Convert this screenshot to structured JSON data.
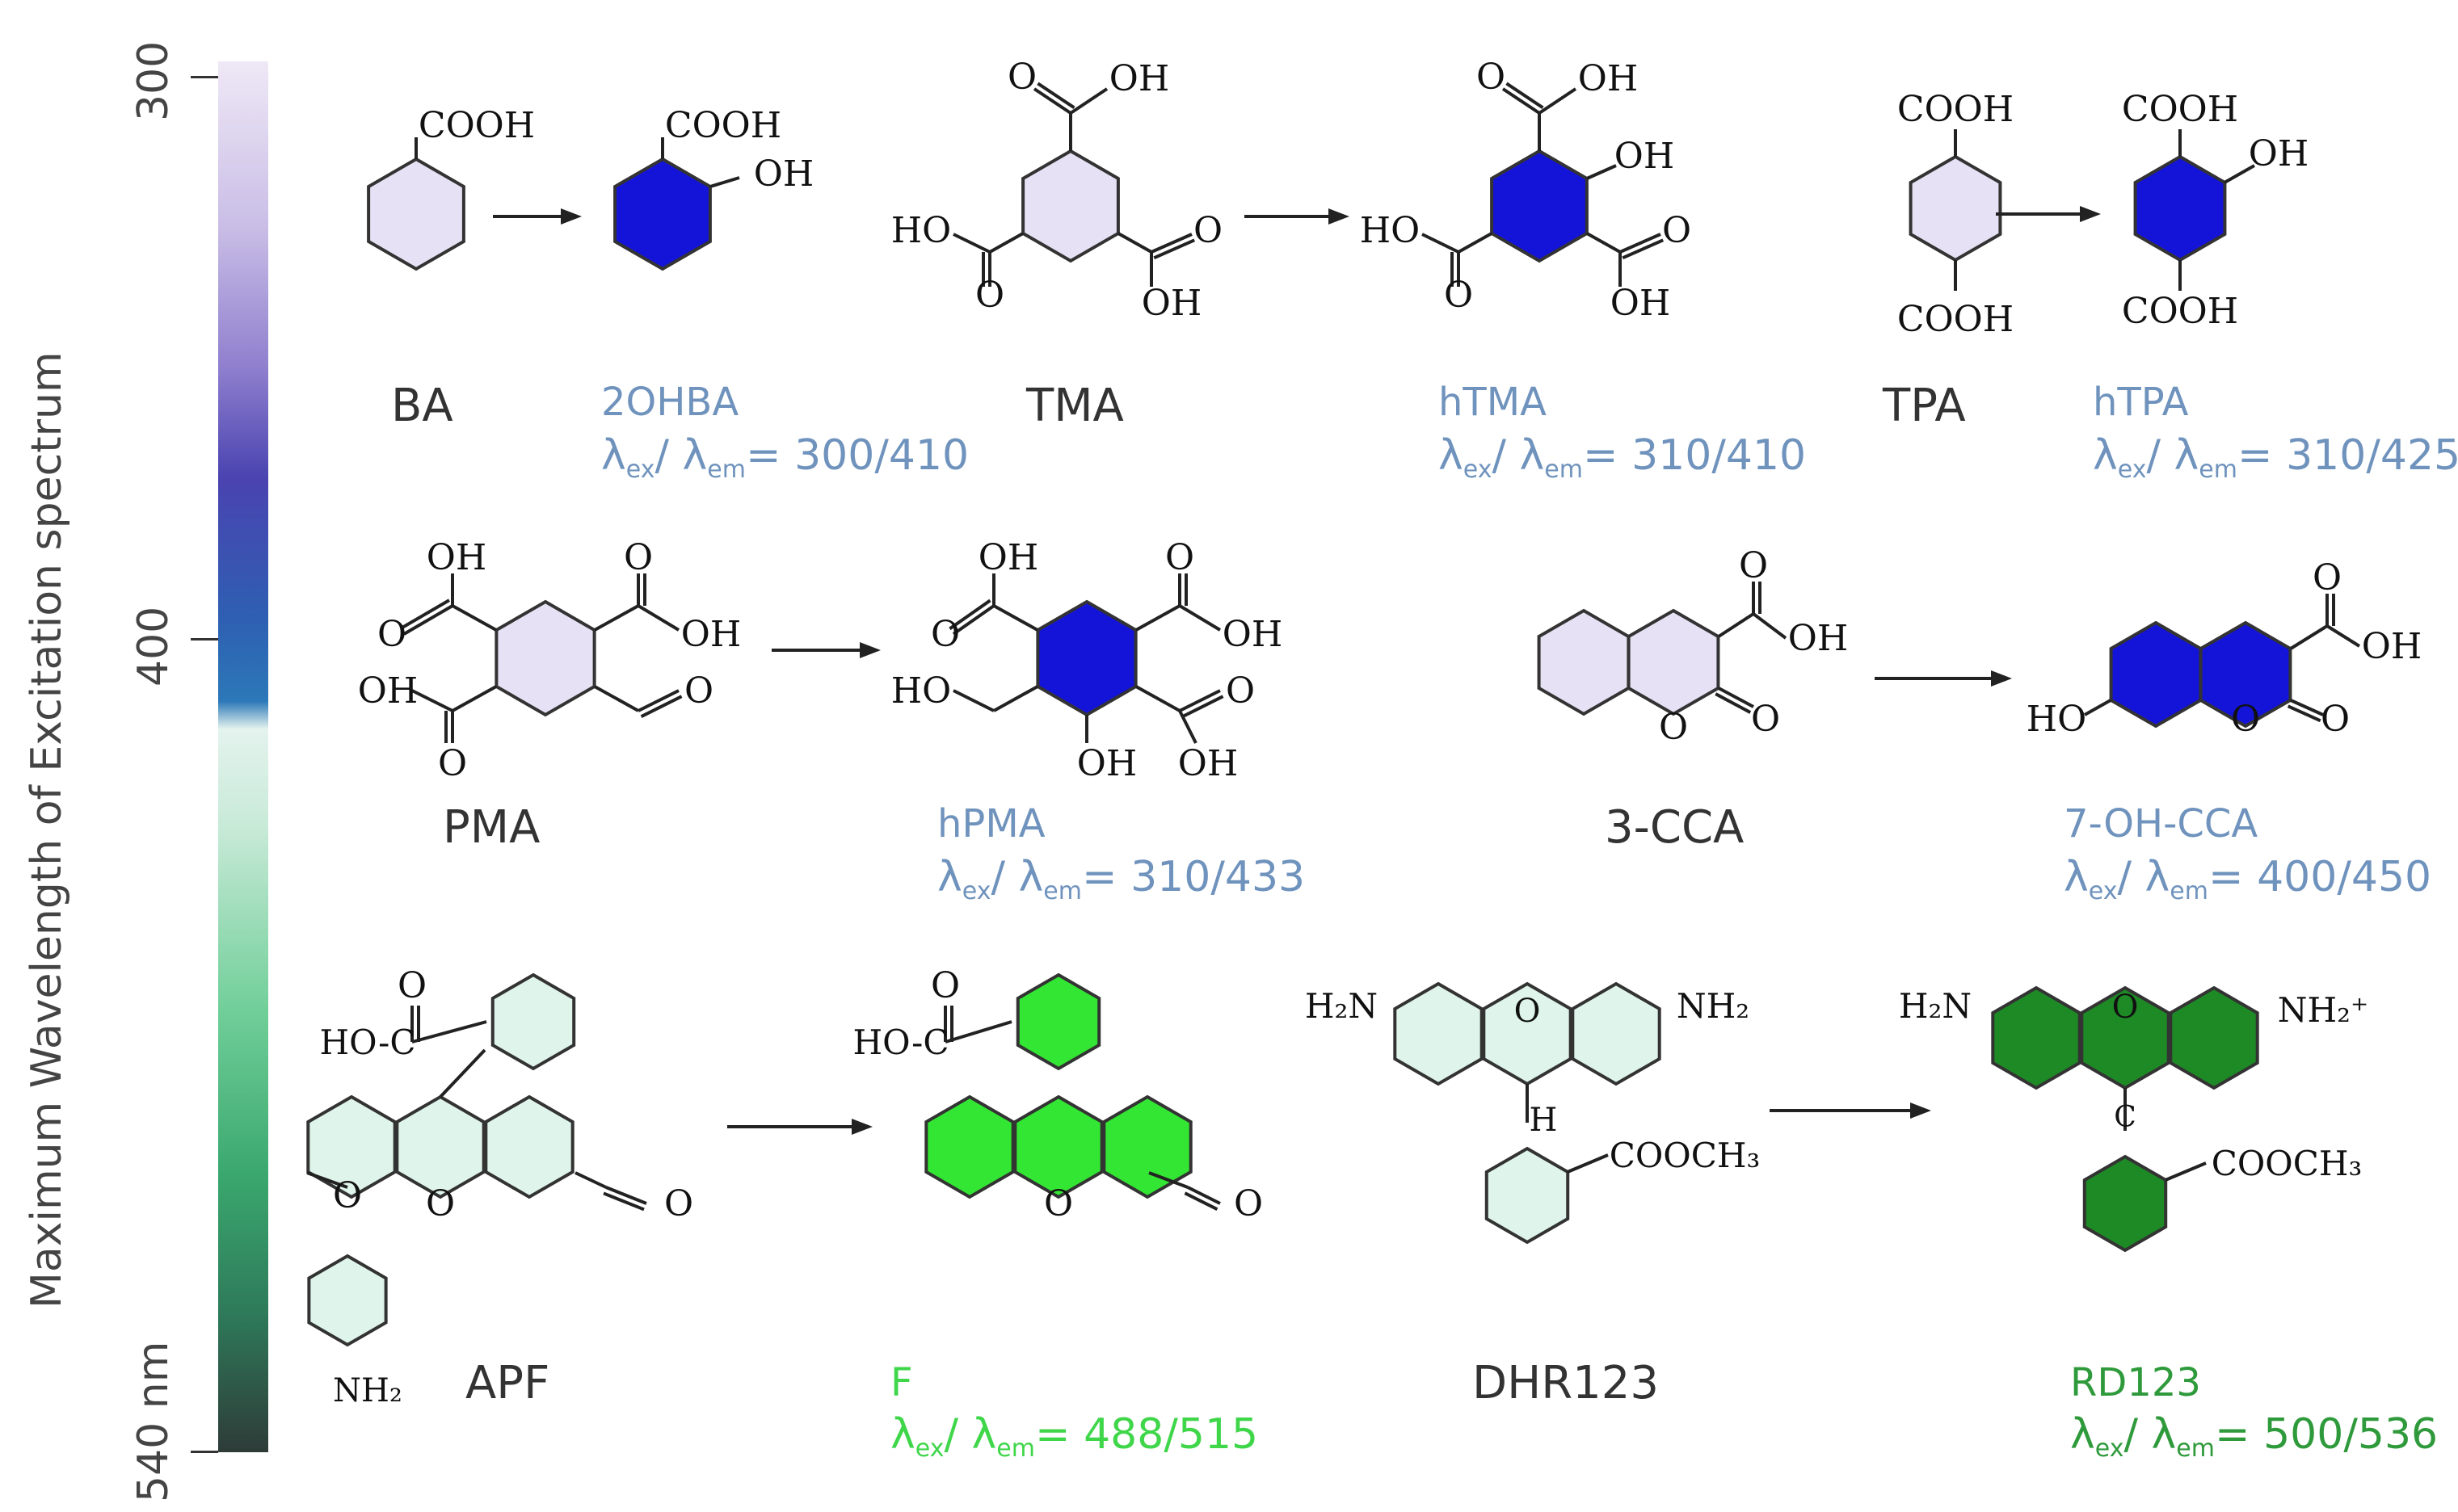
{
  "axis": {
    "label": "Maximum Wavelength of Excitation spectrum",
    "tick_300": "300",
    "tick_400": "400",
    "tick_540": "540 nm"
  },
  "colors": {
    "accent_blue": "#6f93bd",
    "light_green": "#3fd64a",
    "dark_green": "#2f9a3b",
    "ring_lavender": "#e6e1f4",
    "ring_blue": "#1414d8",
    "ring_mint": "#dff4ea",
    "ring_bright_green": "#33e633",
    "ring_dark_green": "#1e8a26"
  },
  "compounds": {
    "BA": "BA",
    "OHBA": "2OHBA",
    "OHBA_lam": "300/410",
    "TMA": "TMA",
    "hTMA": "hTMA",
    "hTMA_lam": "310/410",
    "TPA": "TPA",
    "hTPA": "hTPA",
    "hTPA_lam": "310/425",
    "PMA": "PMA",
    "hPMA": "hPMA",
    "hPMA_lam": "310/433",
    "CCA3": "3-CCA",
    "CCA7": "7-OH-CCA",
    "CCA7_lam": "400/450",
    "APF": "APF",
    "F": "F",
    "F_lam": "488/515",
    "DHR123": "DHR123",
    "RD123": "RD123",
    "RD123_lam": "500/536"
  },
  "lambda": {
    "ex": "ex",
    "em": "em"
  },
  "groups": {
    "COOH": "COOH",
    "OH": "OH",
    "HO": "HO",
    "O": "O",
    "C": "C",
    "H": "H",
    "NH2": "NH₂",
    "H2N": "H₂N",
    "NH2plus": "NH₂⁺",
    "COOCH3": "COOCH₃"
  }
}
